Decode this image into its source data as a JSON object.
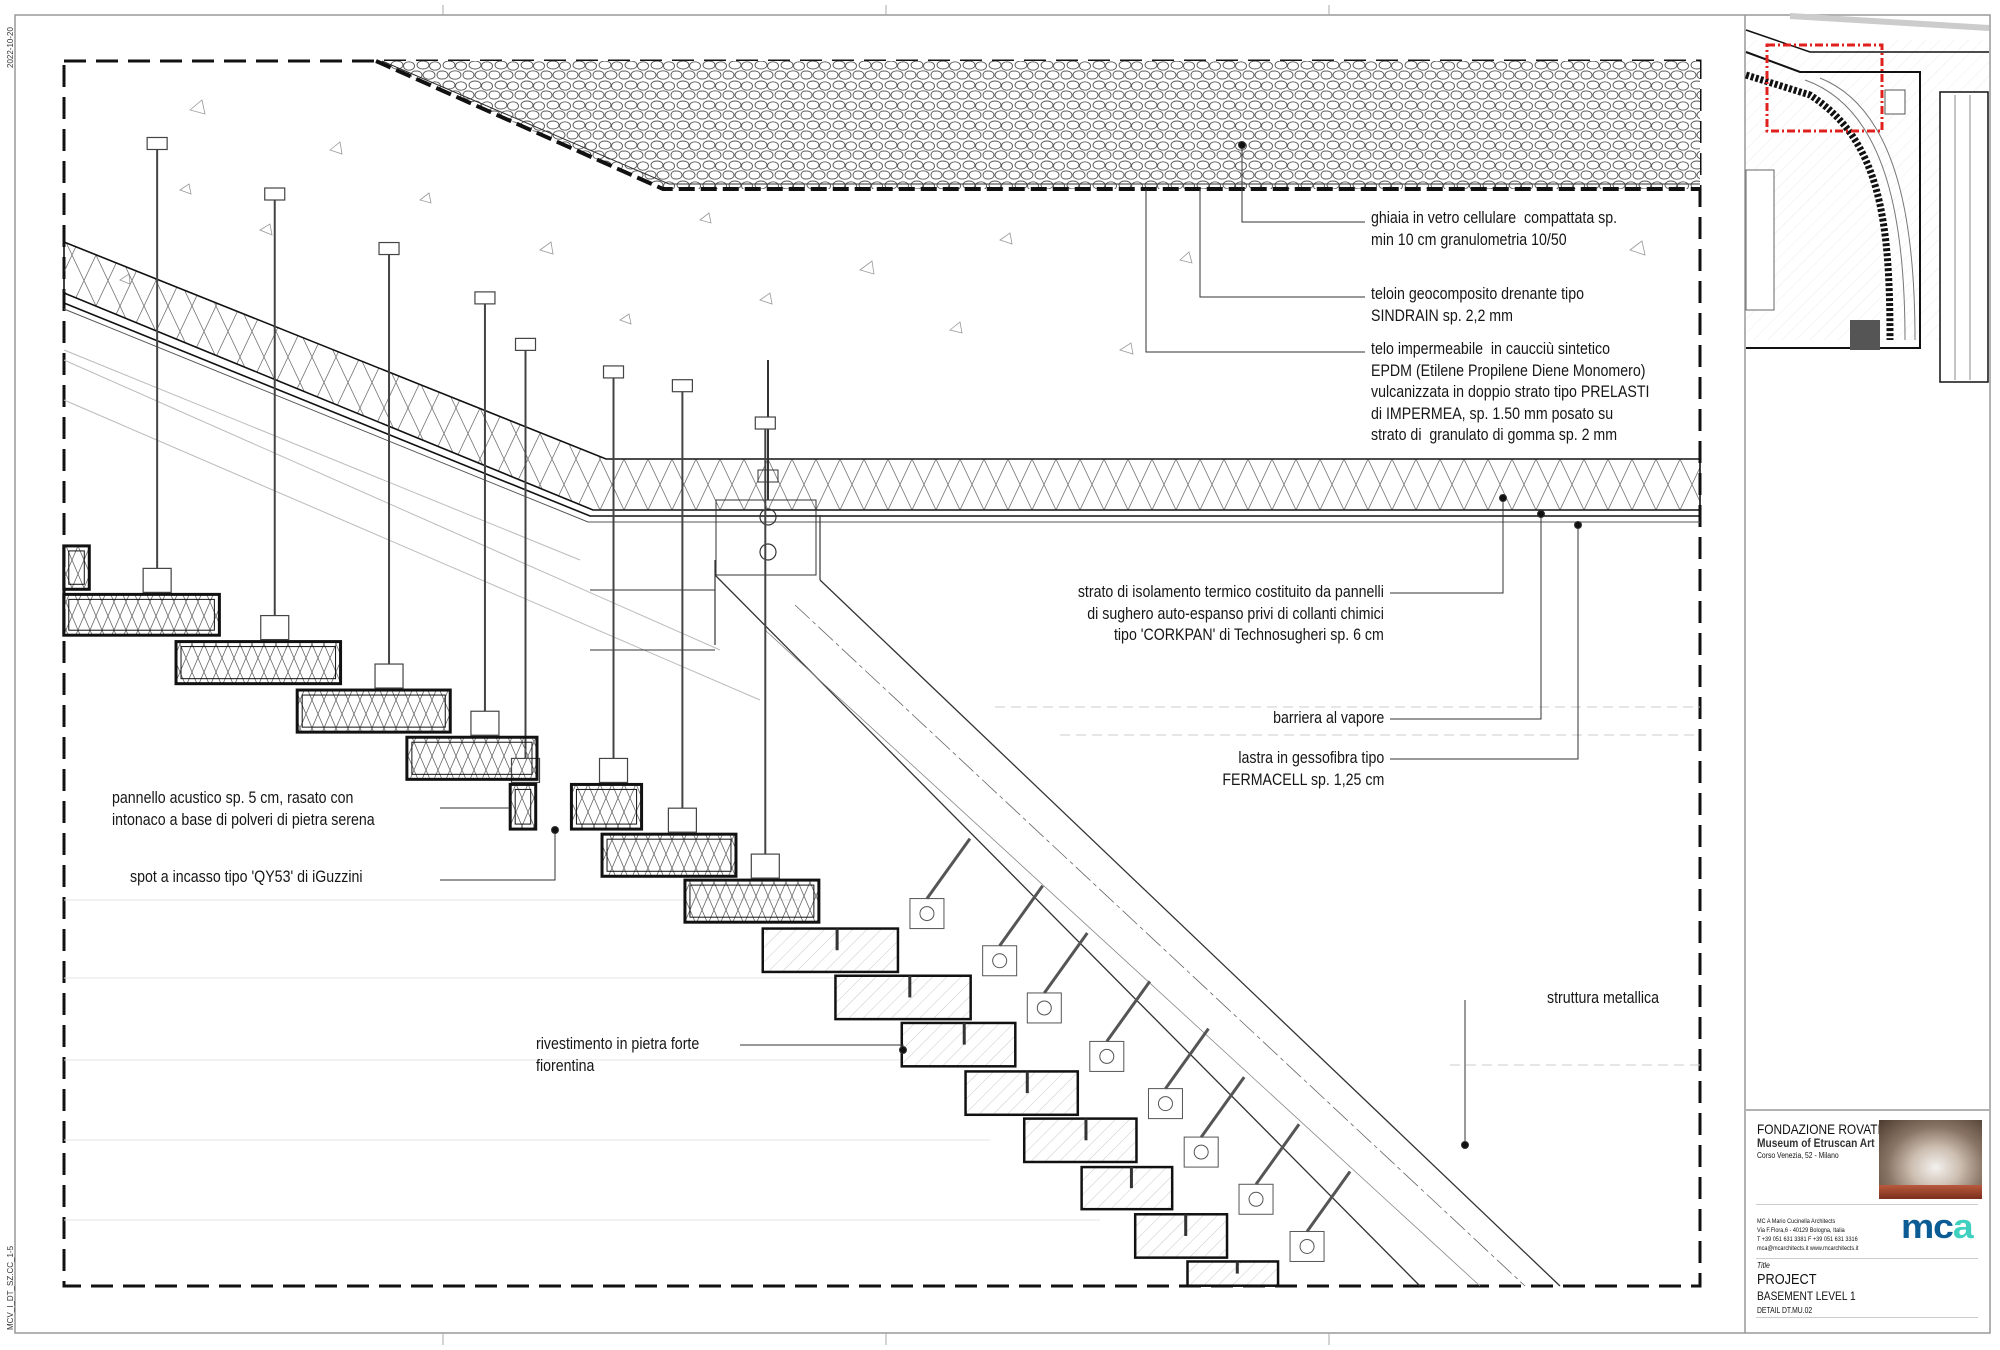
{
  "sheet": {
    "side_date": "2022-10-20",
    "side_code": "MCV_I_DT_SZ.CC_1-5"
  },
  "annotations": {
    "gravel": "ghiaia in vetro cellulare  compattata sp.\nmin 10 cm granulometria 10/50",
    "geocomposite": "teloin geocomposito drenante tipo\nSINDRAIN sp. 2,2 mm",
    "membrane": "telo impermeabile  in caucciù sintetico\nEPDM (Etilene Propilene Diene Monomero)\nvulcanizzata in doppio strato tipo PRELASTI\ndi IMPERMEA, sp. 1.50 mm posato su\nstrato di  granulato di gomma sp. 2 mm",
    "insulation": "strato di isolamento termico costituito da pannelli\ndi sughero auto-espanso privi di collanti chimici\ntipo 'CORKPAN' di Technosugheri sp. 6 cm",
    "vapour_barrier": "barriera al vapore",
    "gypsum_board": "lastra in gessofibra tipo\nFERMACELL sp. 1,25 cm",
    "acoustic_panel": "pannello acustico sp. 5 cm, rasato con\nintonaco a base di polveri di pietra serena",
    "spotlight": "spot a incasso tipo 'QY53' di iGuzzini",
    "stone_cladding": "rivestimento in pietra forte\nfiorentina",
    "steel_structure": "struttura metallica"
  },
  "title_block": {
    "client": "FONDAZIONE ROVATI",
    "project_name": "Museum of Etruscan Art",
    "address": "Corso Venezia, 52  - Milano",
    "architect": "MC A Mario Cucinella Architects",
    "architect_address": "Via F.Flora,6 - 40129 Bologna, Italia",
    "phone": "T +39 051 631 3381  F +39 051 631 3316",
    "web": "mca@mcarchitects.it   www.mcarchitects.it",
    "logo_text": "mca",
    "title_label": "Title",
    "title": "PROJECT",
    "subtitle": "BASEMENT LEVEL 1",
    "detail": "DETAIL DT.MU.02",
    "logo_colors": {
      "m": "#0b5c94",
      "c": "#0b5c94",
      "a": "#3fd0c0"
    }
  },
  "key_plan": {
    "highlight_color": "#e0201c"
  }
}
